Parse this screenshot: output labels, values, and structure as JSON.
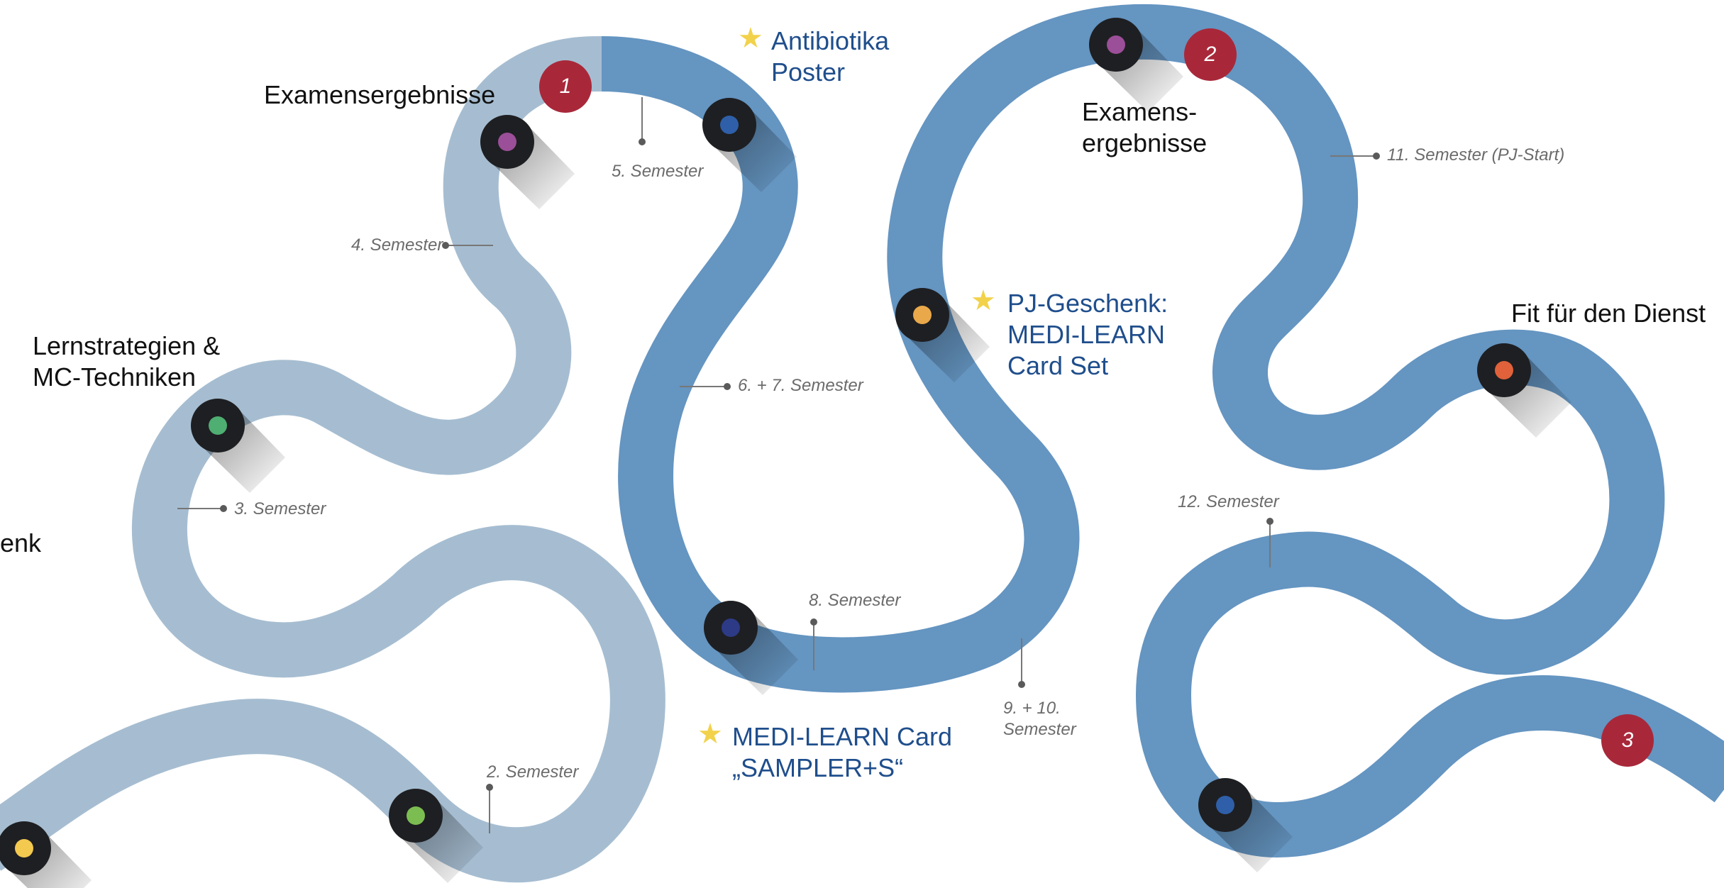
{
  "colors": {
    "road_light": "#a6bdd1",
    "road_dark": "#6595c1",
    "marker_ring": "#1e1f22",
    "badge": "#a8283a",
    "star": "#f2d24b",
    "product_text": "#1f4e8c",
    "semester_text": "#6b6b6b"
  },
  "milestones": {
    "examensergebnisse_1": "Examensergebnisse",
    "lernstrategien": "Lernstrategien &\nMC-Techniken",
    "examensergebnisse_2": "Examens-\nergebnisse",
    "fit_dienst": "Fit für den Dienst",
    "cut_left": "enk"
  },
  "products": {
    "antibiotika": "Antibiotika\nPoster",
    "pj_geschenk": "PJ-Geschenk:\nMEDI-LEARN\nCard Set",
    "sampler": "MEDI-LEARN Card\n„SAMPLER+S“"
  },
  "semesters": {
    "s2": "2. Semester",
    "s3": "3. Semester",
    "s4": "4. Semester",
    "s5": "5. Semester",
    "s67": "6. + 7. Semester",
    "s8": "8. Semester",
    "s910": "9. + 10.\nSemester",
    "s11": "11. Semester (PJ-Start)",
    "s12": "12. Semester"
  },
  "badges": {
    "b1": "1",
    "b2": "2",
    "b3": "3"
  },
  "markers": [
    {
      "id": "marker-yellow",
      "color": "#f3c94f"
    },
    {
      "id": "marker-green-1",
      "color": "#7cbd52"
    },
    {
      "id": "marker-green-2",
      "color": "#4fae72"
    },
    {
      "id": "marker-purple-1",
      "color": "#9b4f98"
    },
    {
      "id": "marker-blue-1",
      "color": "#2f5fa8"
    },
    {
      "id": "marker-navy",
      "color": "#2d3a86"
    },
    {
      "id": "marker-orange-1",
      "color": "#e9a94a"
    },
    {
      "id": "marker-purple-2",
      "color": "#9b4f98"
    },
    {
      "id": "marker-orange-red",
      "color": "#e0613a"
    },
    {
      "id": "marker-blue-2",
      "color": "#2f5fa8"
    }
  ]
}
